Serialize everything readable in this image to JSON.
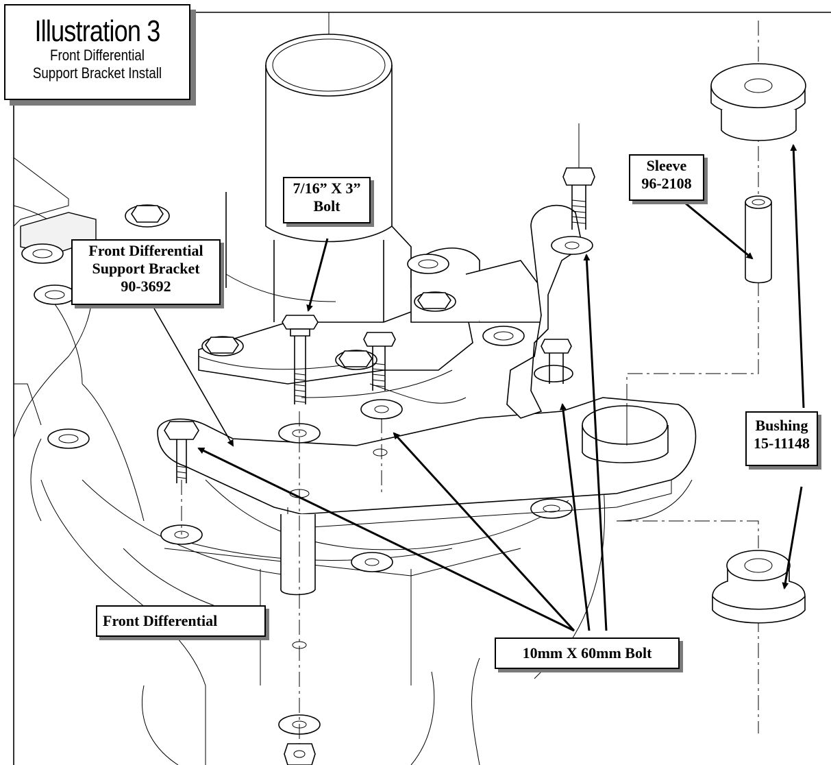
{
  "title": {
    "main": "Illustration 3",
    "subtitle_line1": "Front Differential",
    "subtitle_line2": "Support Bracket Install"
  },
  "callouts": {
    "bolt_7_16": [
      "7/16” X 3”",
      "Bolt"
    ],
    "bracket": [
      "Front Differential",
      "Support Bracket",
      "90-3692"
    ],
    "sleeve": [
      "Sleeve",
      "96-2108"
    ],
    "bushing": [
      "Bushing",
      "15-11148"
    ],
    "front_diff": [
      "Front Differential"
    ],
    "bolt_10mm": [
      "10mm X 60mm Bolt"
    ]
  }
}
